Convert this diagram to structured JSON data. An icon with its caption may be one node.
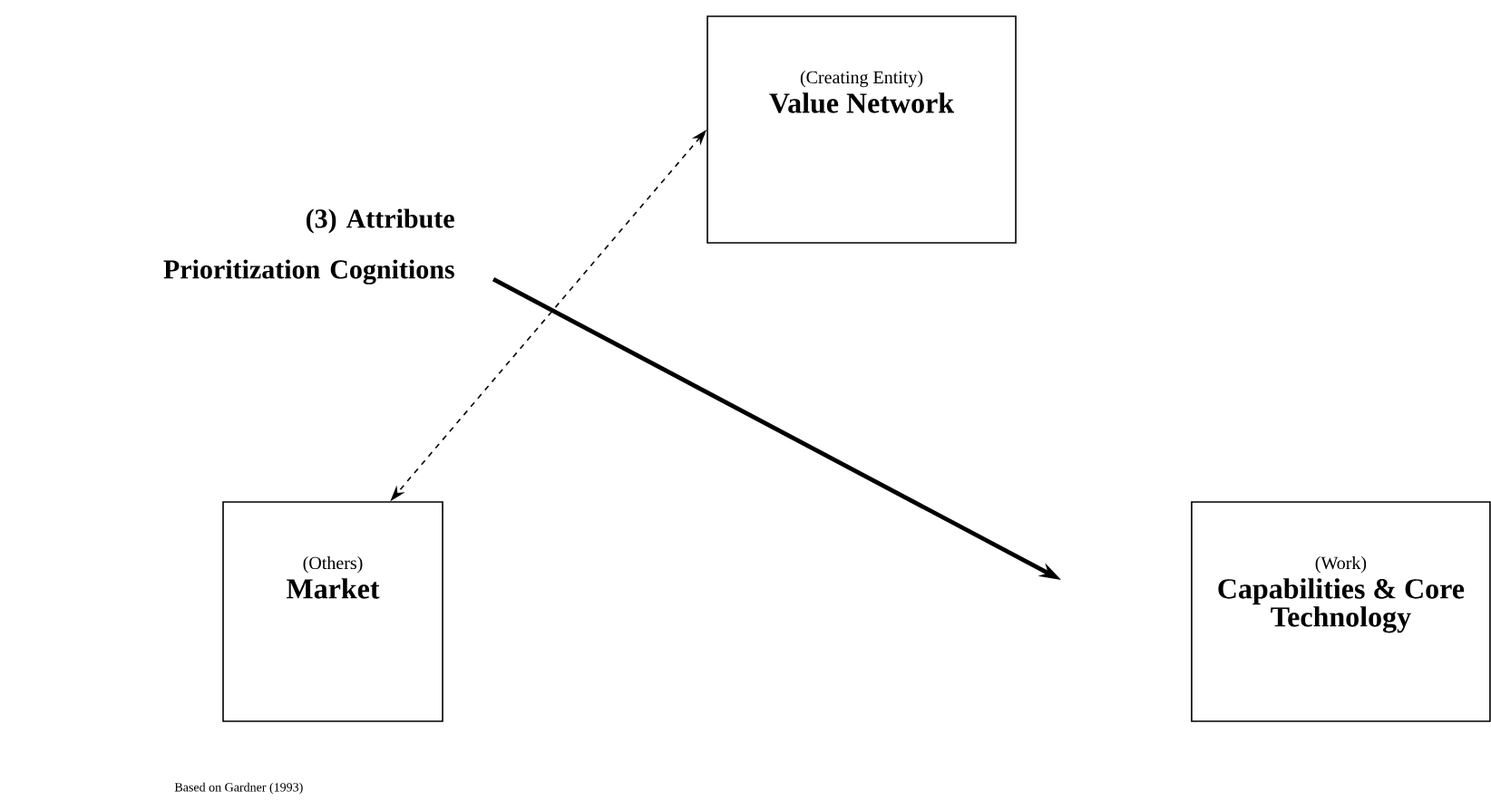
{
  "diagram": {
    "nodes": [
      {
        "text": [
          "(Creating Entity)",
          "Value Network"
        ]
      },
      {
        "text": [
          "(Others)",
          "Market"
        ]
      },
      {
        "text": [
          "(Work)",
          "Capabilities & Core Technology"
        ]
      },
      {
        "text": [
          "(3) Attribute Prioritization Cognitions"
        ]
      }
    ],
    "edges": [
      {
        "from": 0,
        "to": 1,
        "arrow": "both",
        "style": "dashed"
      },
      {
        "from": 3,
        "to": null,
        "arrow": "to",
        "style": "thick"
      }
    ],
    "labels": [
      "Based on Gardner (1993)"
    ]
  }
}
